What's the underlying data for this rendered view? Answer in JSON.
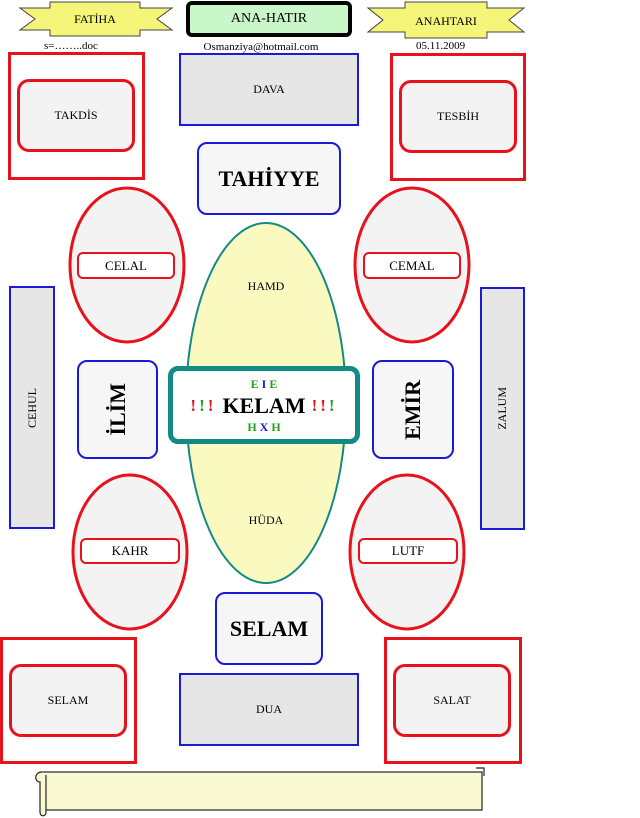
{
  "header": {
    "left_ribbon": "FATİHA",
    "center_title": "ANA-HATIR",
    "right_ribbon": "ANAHTARI",
    "file_name": "s=……..doc",
    "email": "Osmanziya@hotmail.com",
    "date": "05.11.2009"
  },
  "top": {
    "takdis": "TAKDİS",
    "dava": "DAVA",
    "tesbih": "TESBİH",
    "tahiyye": "TAHİYYE"
  },
  "middle": {
    "celal": "CELAL",
    "cemal": "CEMAL",
    "cehul": "CEHUL",
    "zalum": "ZALUM",
    "ilim": "İLİM",
    "emir": "EMİR",
    "hamd": "HAMD",
    "huda": "HÜDA",
    "kahr": "KAHR",
    "lutf": "LUTF",
    "kelam": "KELAM",
    "kelam_top": [
      "E",
      "I",
      "E"
    ],
    "kelam_bottom": [
      "H",
      "X",
      "H"
    ],
    "kelam_marks_left": [
      "!",
      "!",
      "!"
    ],
    "kelam_marks_right": [
      "!",
      "!",
      "!"
    ]
  },
  "bottom": {
    "selam_center": "SELAM",
    "selam_left": "SELAM",
    "dua": "DUA",
    "salat": "SALAT"
  },
  "colors": {
    "red": "#e8121c",
    "blue": "#1a1ad6",
    "teal": "#138a84",
    "ellipse_fill": "#fafac0",
    "ribbon_fill": "#f5f57a",
    "title_fill": "#c9f7c9",
    "scroll_fill": "#fafad2",
    "mark_red": "#e8121c",
    "mark_green": "#1fa01f",
    "mark_blue": "#1a1ad6"
  }
}
